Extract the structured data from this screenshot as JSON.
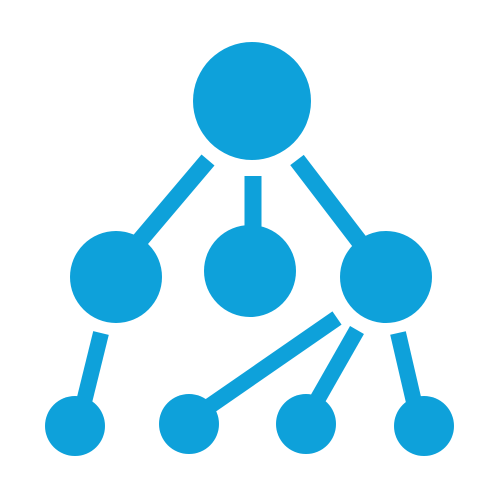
{
  "icon": {
    "name": "hierarchy-tree-icon",
    "color": "#0EA1DA",
    "background": "#FFFFFF",
    "levels": [
      {
        "level": "root",
        "count": 1
      },
      {
        "level": "middle",
        "count": 3
      },
      {
        "level": "leaf",
        "count": 4
      }
    ]
  }
}
